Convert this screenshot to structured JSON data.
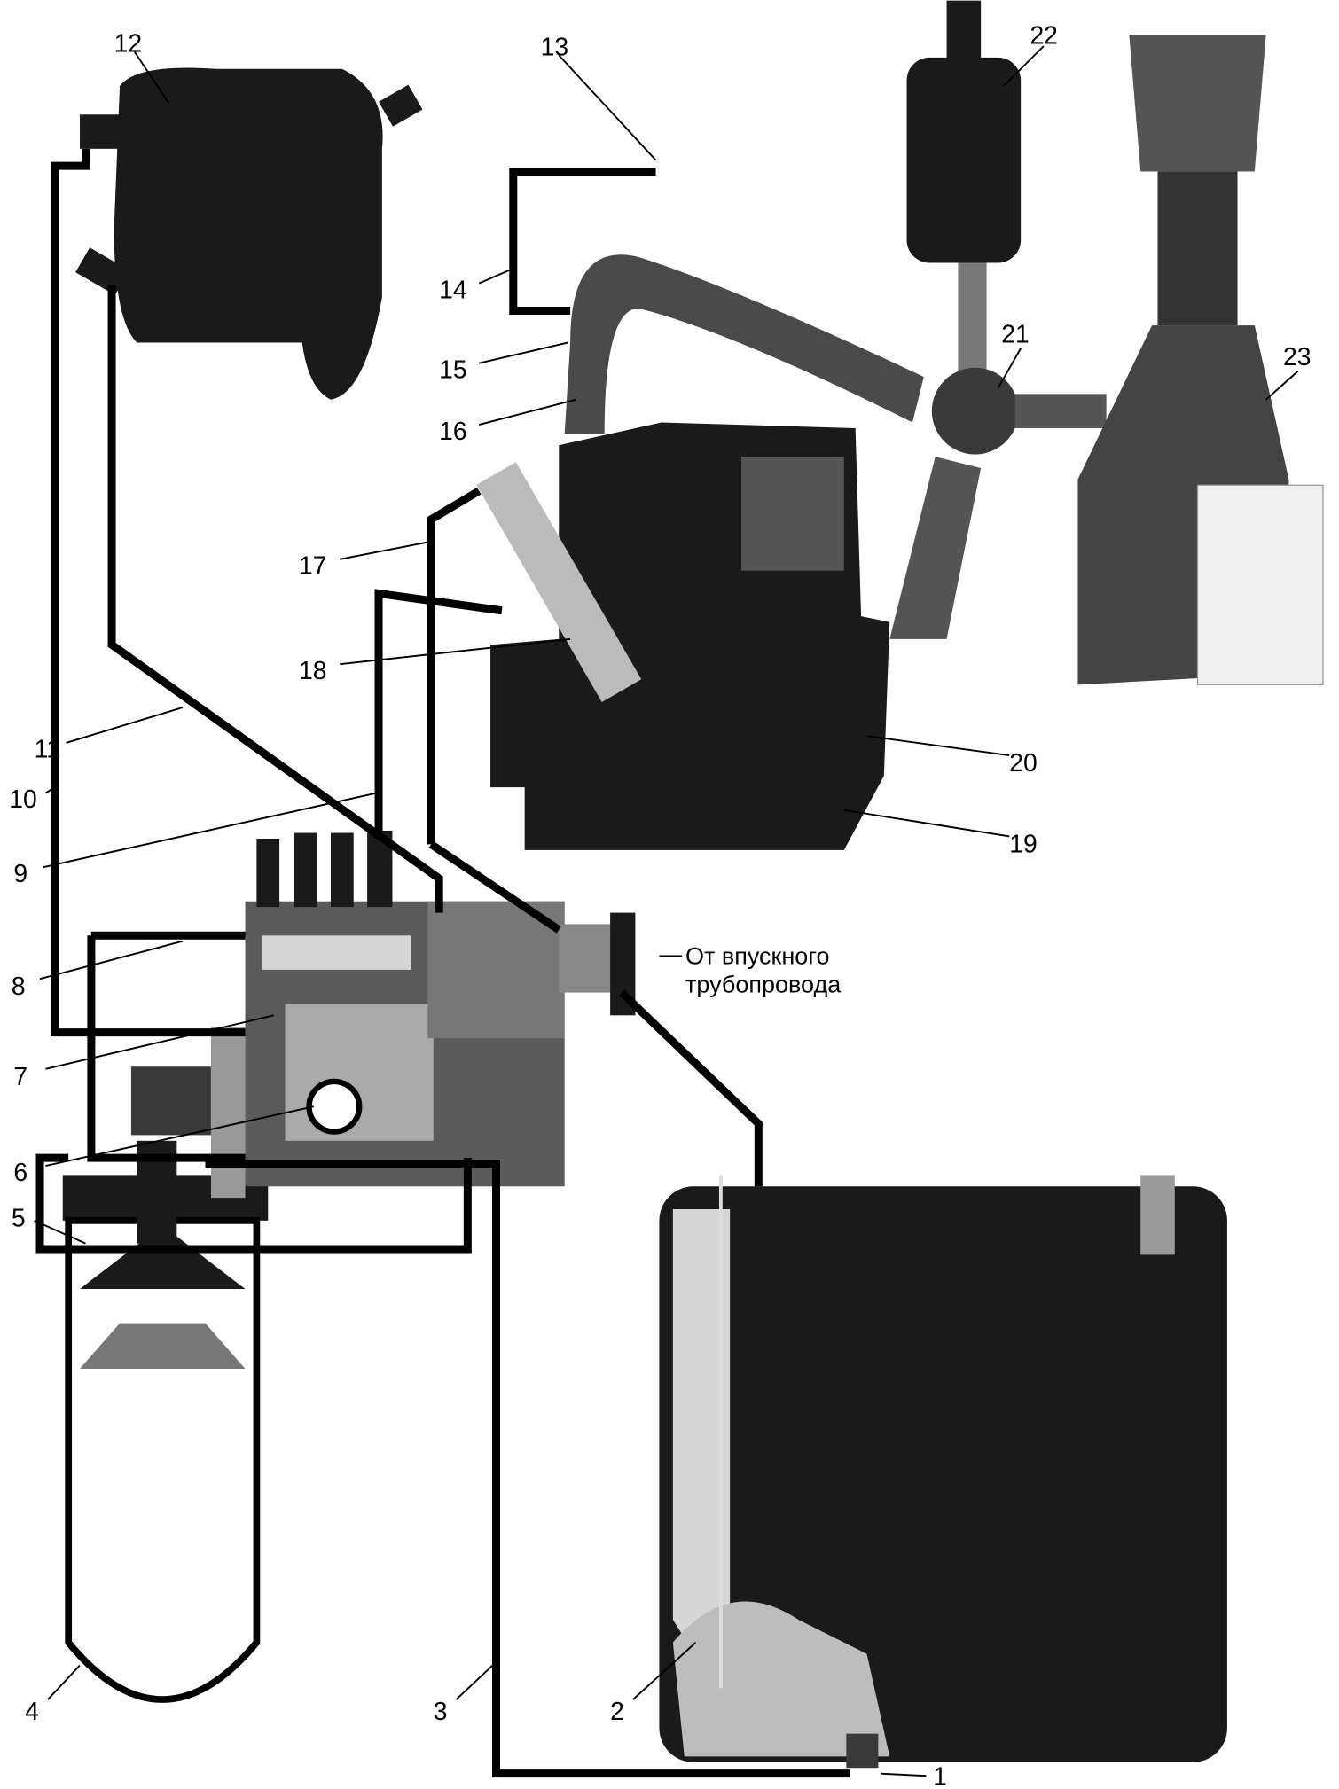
{
  "diagram": {
    "type": "fuel and air supply system illustration",
    "annotation": {
      "line1": "От впускного",
      "line2": "трубопровода"
    },
    "callouts": [
      "1",
      "2",
      "3",
      "4",
      "5",
      "6",
      "7",
      "8",
      "9",
      "10",
      "11",
      "12",
      "13",
      "14",
      "15",
      "16",
      "17",
      "18",
      "19",
      "20",
      "21",
      "22",
      "23"
    ]
  }
}
